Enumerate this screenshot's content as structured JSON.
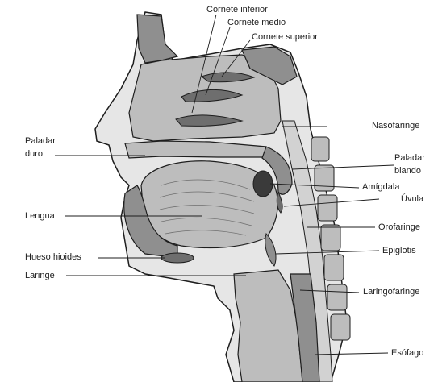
{
  "labels": {
    "cornete_inferior": "Cornete inferior",
    "cornete_medio": "Cornete medio",
    "cornete_superior": "Cornete superior",
    "nasofaringe": "Nasofaringe",
    "paladar_duro_1": "Paladar",
    "paladar_duro_2": "duro",
    "paladar_blando_1": "Paladar",
    "paladar_blando_2": "blando",
    "amigdala": "Amígdala",
    "uvula": "Úvula",
    "lengua": "Lengua",
    "orofaringe": "Orofaringe",
    "epiglotis": "Epiglotis",
    "hueso_hioides": "Hueso hioides",
    "laringe": "Laringe",
    "laringofaringe": "Laringofaringe",
    "esofago": "Esófago"
  },
  "colors": {
    "outline": "#1e1e1e",
    "tissue_light": "#e6e6e6",
    "tissue_mid": "#bdbdbd",
    "tissue_dark": "#8f8f8f",
    "cavity": "#d2d2d2",
    "background": "#ffffff"
  }
}
